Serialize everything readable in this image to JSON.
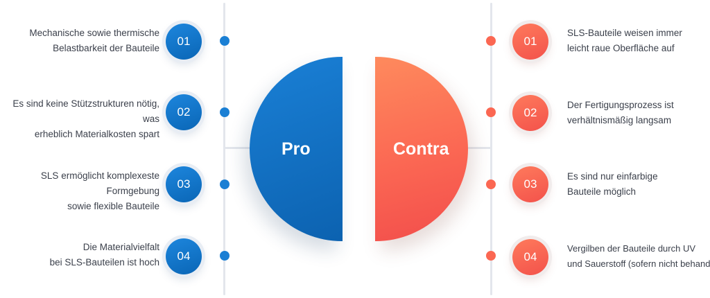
{
  "pro": {
    "label": "Pro",
    "color": "#1a7fd4",
    "items": [
      {
        "num": "01",
        "line1": "Mechanische sowie thermische",
        "line2": "Belastbarkeit der Bauteile"
      },
      {
        "num": "02",
        "line1": "Es sind keine Stützstrukturen nötig, was",
        "line2": "erheblich Materialkosten spart"
      },
      {
        "num": "03",
        "line1": "SLS ermöglicht komplexeste Formgebung",
        "line2": "sowie flexible Bauteile"
      },
      {
        "num": "04",
        "line1": "Die Materialvielfalt",
        "line2": "bei SLS-Bauteilen ist hoch"
      }
    ]
  },
  "contra": {
    "label": "Contra",
    "color": "#fb6752",
    "items": [
      {
        "num": "01",
        "line1": "SLS-Bauteile weisen immer",
        "line2": "leicht raue Oberfläche auf"
      },
      {
        "num": "02",
        "line1": "Der Fertigungsprozess ist",
        "line2": "verhältnismäßig langsam"
      },
      {
        "num": "03",
        "line1": "Es sind nur einfarbige",
        "line2": "Bauteile möglich"
      },
      {
        "num": "04",
        "line1": "Vergilben der Bauteile durch UV",
        "line2": "und Sauerstoff (sofern nicht behandelt)"
      }
    ]
  }
}
